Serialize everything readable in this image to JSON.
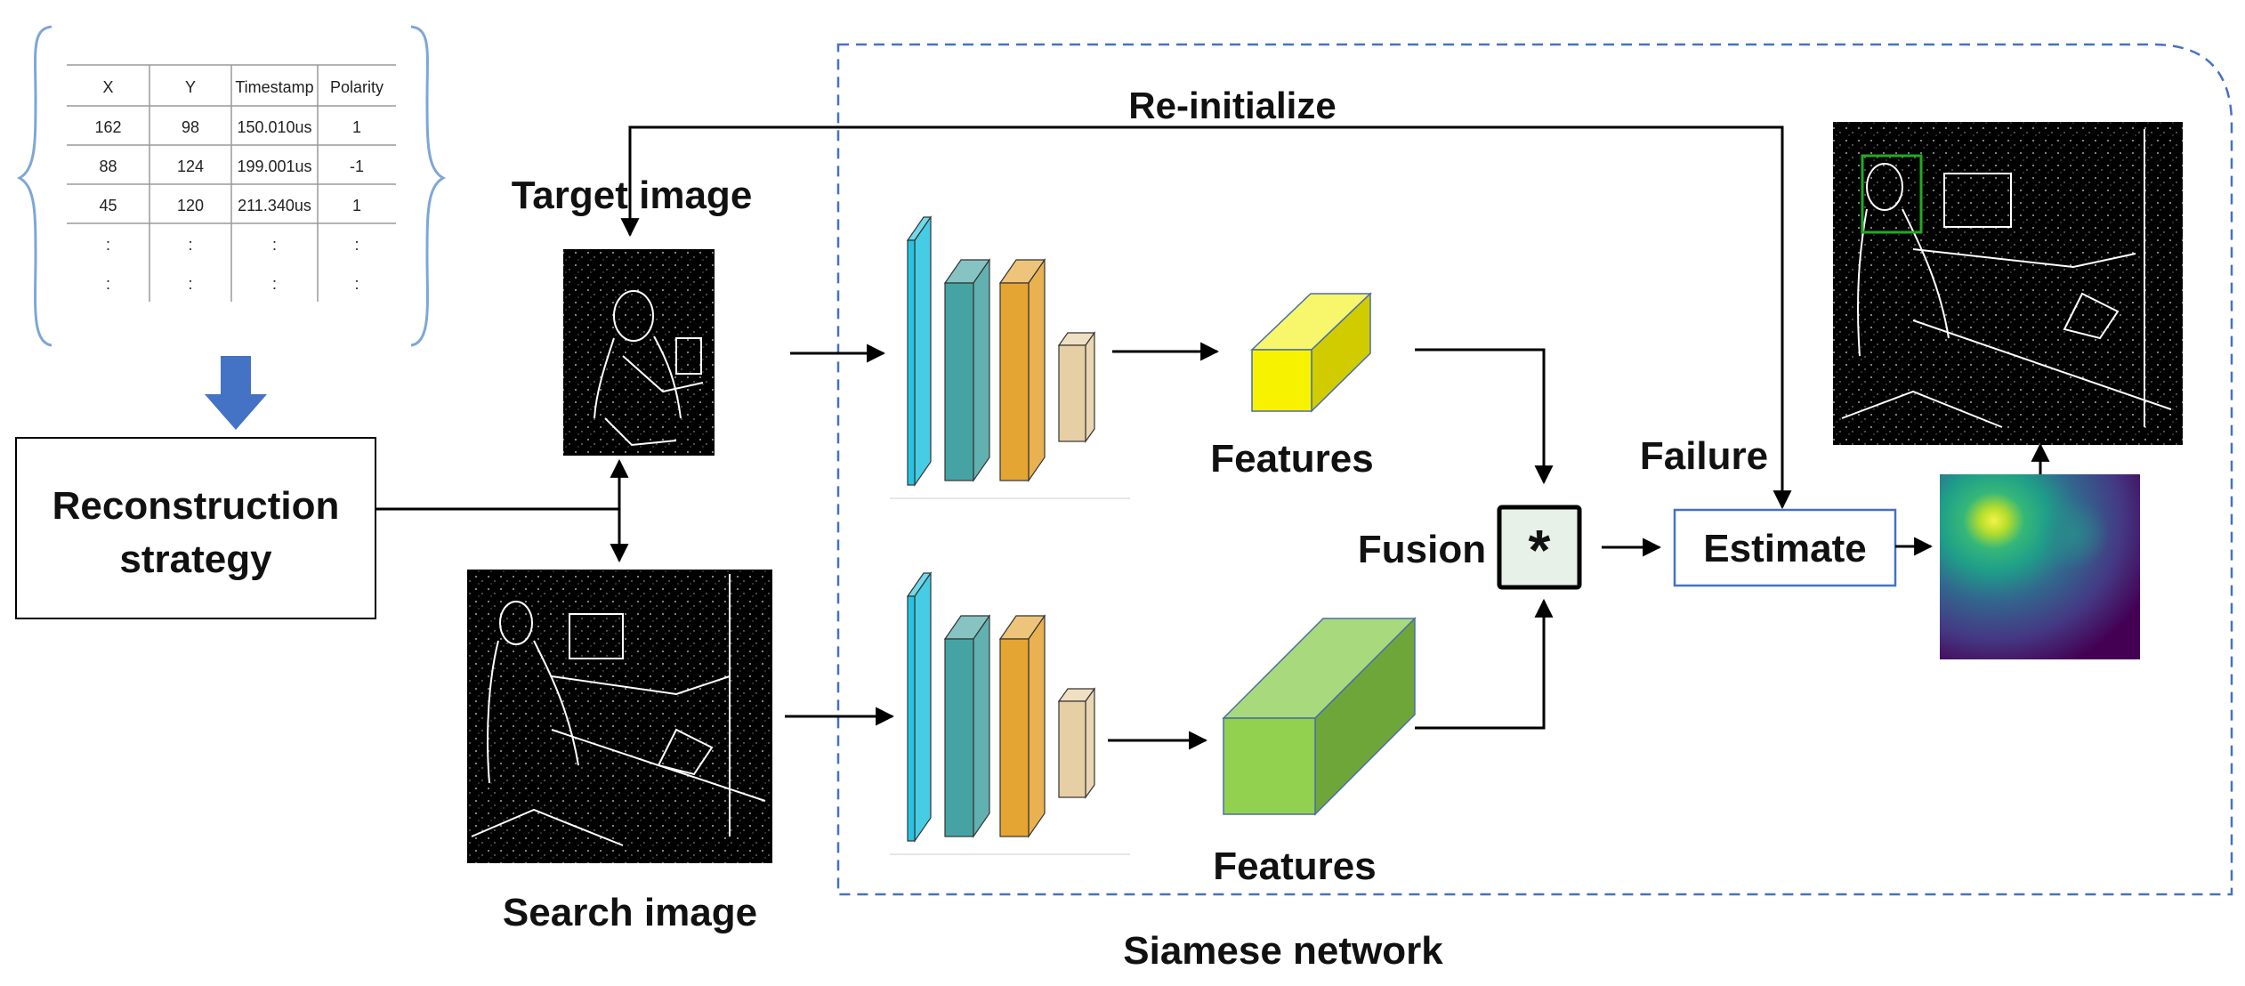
{
  "event_table": {
    "columns": [
      "X",
      "Y",
      "Timestamp",
      "Polarity"
    ],
    "rows": [
      [
        "162",
        "98",
        "150.010us",
        "1"
      ],
      [
        "88",
        "124",
        "199.001us",
        "-1"
      ],
      [
        "45",
        "120",
        "211.340us",
        "1"
      ],
      [
        ":",
        ":",
        ":",
        ":"
      ],
      [
        ":",
        ":",
        ":",
        ":"
      ]
    ]
  },
  "labels": {
    "reconstruction_line1": "Reconstruction",
    "reconstruction_line2": "strategy",
    "target_image": "Target image",
    "search_image": "Search image",
    "reinitialize": "Re-initialize",
    "features_top": "Features",
    "features_bottom": "Features",
    "fusion": "Fusion",
    "fusion_operator": "*",
    "failure": "Failure",
    "estimate": "Estimate",
    "siamese_network": "Siamese network"
  },
  "colors": {
    "brace": "#7ea6d8",
    "down_arrow": "#4472c4",
    "dashed_border": "#4472c4",
    "estimate_border": "#4472c4",
    "layer_cyan": "#27c3e0",
    "layer_teal": "#46a3a3",
    "layer_orange": "#e5a532",
    "layer_beige": "#e6cfa4",
    "feature_yellow": "#f5f00a",
    "feature_green": "#8ed04e",
    "heatmap_bg": "#3b2f7a",
    "heatmap_peak": "#f2f24a",
    "track_box": "#22aa22"
  }
}
